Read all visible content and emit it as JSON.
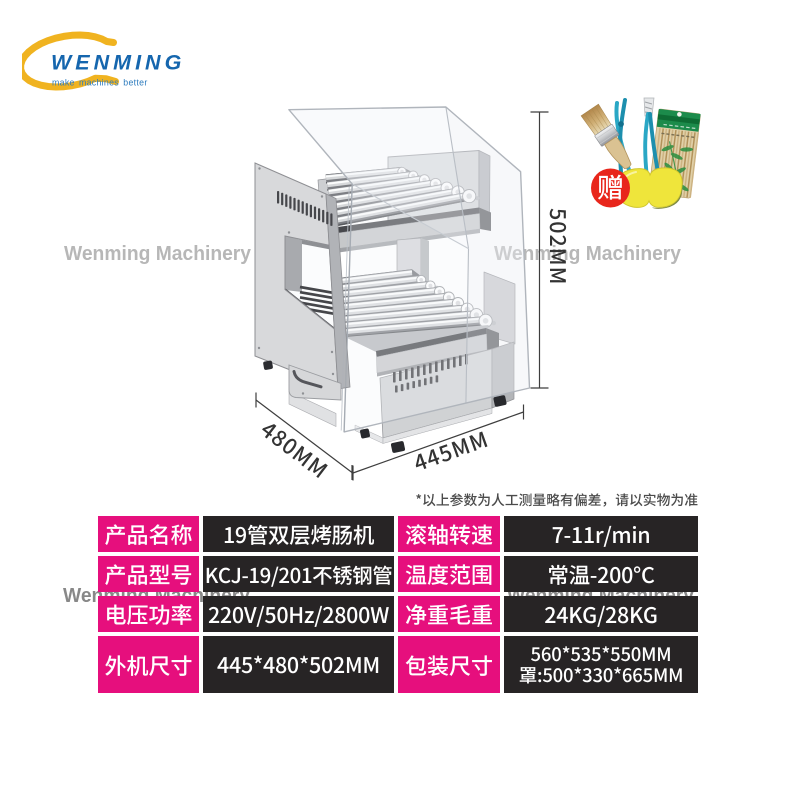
{
  "logo": {
    "brand": "WENMING",
    "tagline": "make machines better",
    "brand_color": "#1566ae",
    "swoosh_color": "#f0b320"
  },
  "watermark": {
    "text": "Wenming Machinery"
  },
  "gift_badge": {
    "label": "赠",
    "color": "#e8261b",
    "items": [
      "paint-brush",
      "tongs",
      "gripper-tong",
      "bamboo-skewers",
      "sponge"
    ]
  },
  "dimensions": {
    "height": "502MM",
    "depth": "480MM",
    "width": "445MM"
  },
  "disclaimer": "*以上参数为人工测量略有偏差，请以实物为准",
  "spec_table": {
    "label_bg": "#e60f7d",
    "value_bg": "#272425",
    "text_color": "#ffffff",
    "rows": [
      {
        "c0": "产品名称",
        "c1": "19管双层烤肠机",
        "c2": "滚轴转速",
        "c3": "7-11r/min"
      },
      {
        "c0": "产品型号",
        "c1": "KCJ-19/201不锈钢管",
        "c2": "温度范围",
        "c3": "常温-200°C"
      },
      {
        "c0": "电压功率",
        "c1": "220V/50Hz/2800W",
        "c2": "净重毛重",
        "c3": "24KG/28KG"
      },
      {
        "c0": "外机尺寸",
        "c1": "445*480*502MM",
        "c2": "包装尺寸",
        "c3_line1": "560*535*550MM",
        "c3_line2": "罩:500*330*665MM"
      }
    ]
  }
}
